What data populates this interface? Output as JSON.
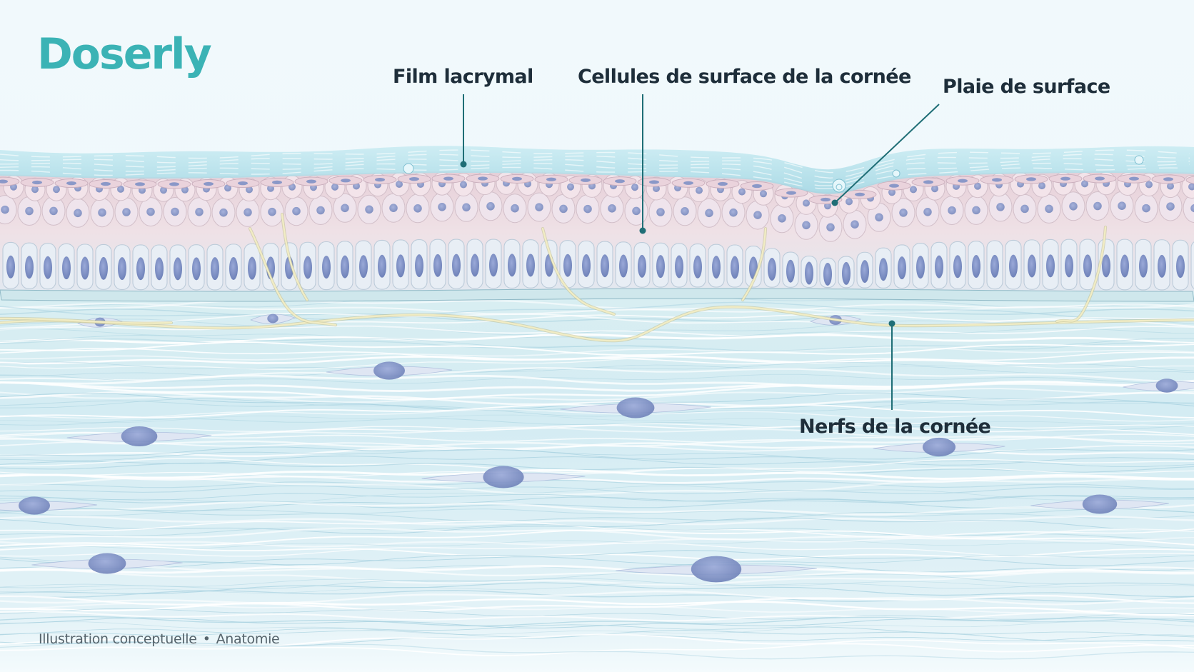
{
  "brand": {
    "name": "Doserly",
    "color": "#3bb3b5"
  },
  "labels": {
    "tear_film": "Film lacrymal",
    "surface_cells": "Cellules de surface de la cornée",
    "surface_wound": "Plaie de surface",
    "corneal_nerves": "Nerfs de la cornée"
  },
  "caption": {
    "left": "Illustration conceptuelle",
    "separator": "•",
    "right": "Anatomie"
  },
  "colors": {
    "leader": "#1f6e76",
    "tear": "#a9dbe6",
    "cell_fill": "#f1e3e8",
    "basal_fill": "#e3eaf2",
    "nucleus": "#7f92c6",
    "stroma": "#cfe9f1",
    "nerve": "#f1ecc4"
  }
}
